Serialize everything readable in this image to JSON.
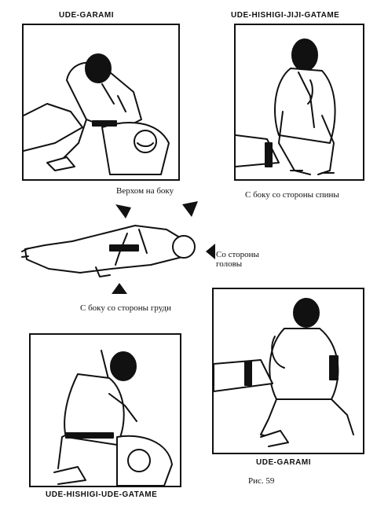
{
  "captions": {
    "top_left_title": "UDE-GARAMI",
    "top_right_title": "UDE-HISHIGI-JIJI-GATAME",
    "label_top_side": "Верхом на боку",
    "label_back_side": "С боку со стороны спины",
    "label_head_line1": "Со стороны",
    "label_head_line2": "головы",
    "label_chest_side": "С боку со стороны груди",
    "bottom_left_title": "UDE-HISHIGI-UDE-GATAME",
    "bottom_right_title": "UDE-GARAMI",
    "figure_number": "Рис. 59"
  },
  "colors": {
    "ink": "#111111",
    "paper": "#ffffff"
  }
}
